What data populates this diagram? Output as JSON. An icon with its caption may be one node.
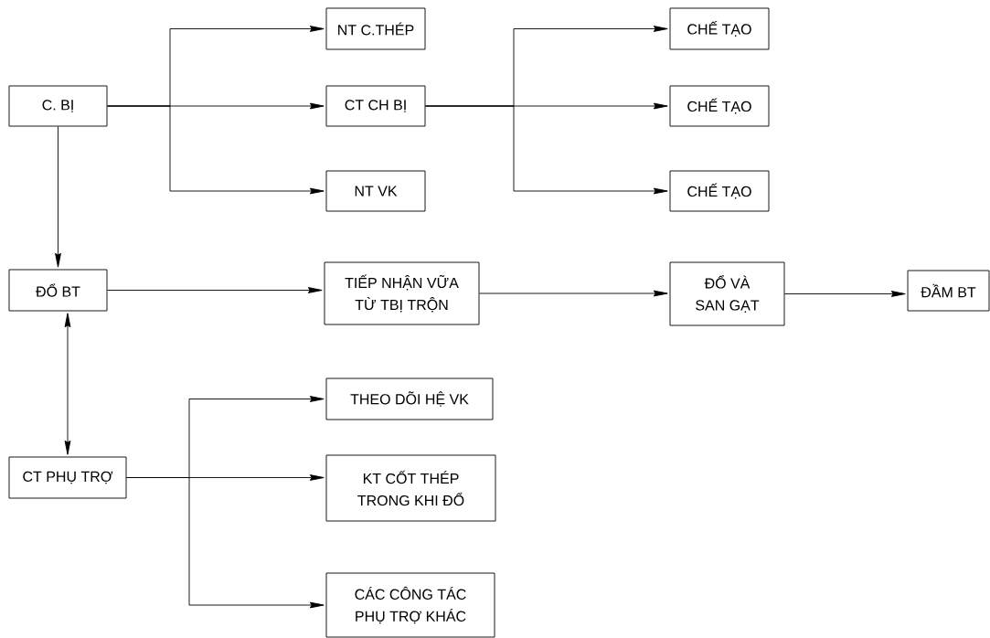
{
  "diagram": {
    "nodes": [
      {
        "text": [
          "C. BỊ"
        ]
      },
      {
        "text": [
          "NT C.THÉP"
        ]
      },
      {
        "text": [
          "CT CH BỊ"
        ]
      },
      {
        "text": [
          "NT VK"
        ]
      },
      {
        "text": [
          "CHẾ TẠO"
        ]
      },
      {
        "text": [
          "CHẾ TẠO"
        ]
      },
      {
        "text": [
          "CHẾ TẠO"
        ]
      },
      {
        "text": [
          "ĐỔ BT"
        ]
      },
      {
        "text": [
          "TIẾP NHẬN VỮA TỪ TBỊ TRỘN"
        ]
      },
      {
        "text": [
          "ĐỔ VÀ SAN GẠT"
        ]
      },
      {
        "text": [
          "ĐẦM BT"
        ]
      },
      {
        "text": [
          "CT PHỤ TRỢ"
        ]
      },
      {
        "text": [
          "THEO DÕI HỆ VK"
        ]
      },
      {
        "text": [
          "KT CỐT THÉP TRONG KHI ĐỔ"
        ]
      },
      {
        "text": [
          "CÁC CÔNG TÁC PHỤ TRỢ KHÁC"
        ]
      }
    ],
    "edges": [
      {
        "from": 0,
        "to": 1,
        "arrow": "to"
      },
      {
        "from": 0,
        "to": 2,
        "arrow": "to"
      },
      {
        "from": 0,
        "to": 3,
        "arrow": "to"
      },
      {
        "from": 2,
        "to": 4,
        "arrow": "to"
      },
      {
        "from": 2,
        "to": 5,
        "arrow": "to"
      },
      {
        "from": 2,
        "to": 6,
        "arrow": "to"
      },
      {
        "from": 0,
        "to": 7,
        "arrow": "to"
      },
      {
        "from": 7,
        "to": 8,
        "arrow": "to"
      },
      {
        "from": 8,
        "to": 9,
        "arrow": "to"
      },
      {
        "from": 9,
        "to": 10,
        "arrow": "to"
      },
      {
        "from": 7,
        "to": 11,
        "arrow": "both"
      },
      {
        "from": 11,
        "to": 12,
        "arrow": "to"
      },
      {
        "from": 11,
        "to": 13,
        "arrow": "to"
      },
      {
        "from": 11,
        "to": 14,
        "arrow": "to"
      }
    ]
  }
}
